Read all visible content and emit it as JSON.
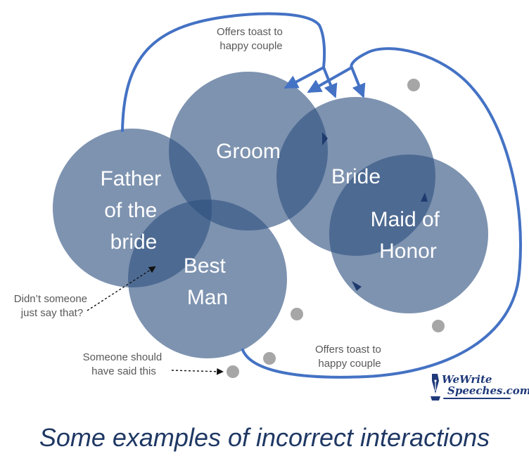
{
  "diagram": {
    "colors": {
      "circle_fill": "#5a7599",
      "flow_line": "#4472c4",
      "dot": "#a6a6a6",
      "caption": "#1f3864"
    },
    "nodes": [
      {
        "id": "father",
        "lines": [
          "Father",
          "of the",
          "bride"
        ]
      },
      {
        "id": "groom",
        "lines": [
          "Groom"
        ]
      },
      {
        "id": "best-man",
        "lines": [
          "Best",
          "Man"
        ]
      },
      {
        "id": "bride",
        "lines": [
          "Bride"
        ]
      },
      {
        "id": "maid",
        "lines": [
          "Maid of",
          "Honor"
        ]
      }
    ],
    "annotations": {
      "top": [
        "Offers toast to",
        "happy couple"
      ],
      "bottom": [
        "Offers toast to",
        "happy couple"
      ],
      "left_question": [
        "Didn’t someone",
        "just say that?"
      ],
      "left_missing": [
        "Someone should",
        "have said this"
      ]
    },
    "caption": "Some examples of incorrect interactions",
    "logo": {
      "line1": "WeWrite",
      "line2": "Speeches.com",
      "icon": "fountain-pen-icon"
    }
  }
}
